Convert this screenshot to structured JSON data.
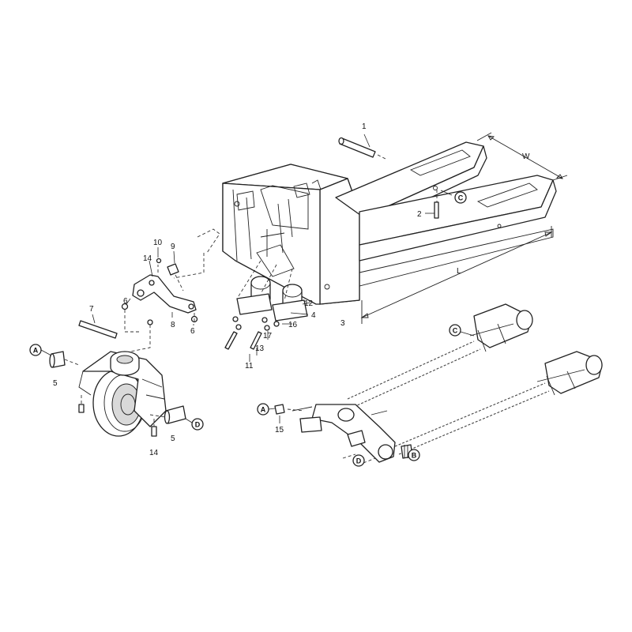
{
  "callouts": {
    "p1": "1",
    "p2": "2",
    "p3": "3",
    "p4": "4",
    "p5a": "5",
    "p5b": "5",
    "p6a": "6",
    "p6b": "6",
    "p7": "7",
    "p8": "8",
    "p9": "9",
    "p10": "10",
    "p11": "11",
    "p12": "12",
    "p13": "13",
    "p14a": "14",
    "p14b": "14",
    "p15": "15",
    "p16": "16",
    "p17": "17"
  },
  "connectors": {
    "a1": "A",
    "a2": "A",
    "b1": "B",
    "c1": "C",
    "c2": "C",
    "d1": "D",
    "d2": "D"
  },
  "dimensions": {
    "width": "W",
    "length": "L"
  }
}
